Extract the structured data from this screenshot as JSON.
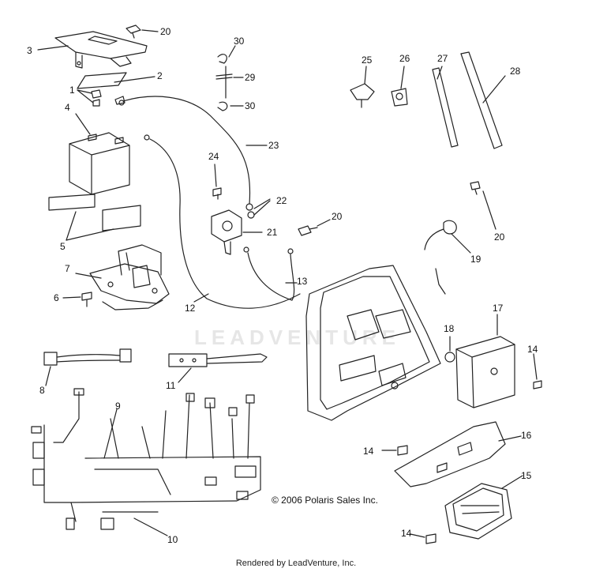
{
  "callouts": [
    {
      "id": "c20a",
      "text": "20"
    },
    {
      "id": "c3",
      "text": "3"
    },
    {
      "id": "c2",
      "text": "2"
    },
    {
      "id": "c1",
      "text": "1"
    },
    {
      "id": "c4",
      "text": "4"
    },
    {
      "id": "c5",
      "text": "5"
    },
    {
      "id": "c7",
      "text": "7"
    },
    {
      "id": "c6",
      "text": "6"
    },
    {
      "id": "c8",
      "text": "8"
    },
    {
      "id": "c9",
      "text": "9"
    },
    {
      "id": "c10",
      "text": "10"
    },
    {
      "id": "c11",
      "text": "11"
    },
    {
      "id": "c12",
      "text": "12"
    },
    {
      "id": "c13",
      "text": "13"
    },
    {
      "id": "c21",
      "text": "21"
    },
    {
      "id": "c22",
      "text": "22"
    },
    {
      "id": "c23",
      "text": "23"
    },
    {
      "id": "c24",
      "text": "24"
    },
    {
      "id": "c30a",
      "text": "30"
    },
    {
      "id": "c29",
      "text": "29"
    },
    {
      "id": "c30b",
      "text": "30"
    },
    {
      "id": "c20b",
      "text": "20"
    },
    {
      "id": "c25",
      "text": "25"
    },
    {
      "id": "c26",
      "text": "26"
    },
    {
      "id": "c27",
      "text": "27"
    },
    {
      "id": "c28",
      "text": "28"
    },
    {
      "id": "c20c",
      "text": "20"
    },
    {
      "id": "c19",
      "text": "19"
    },
    {
      "id": "c18",
      "text": "18"
    },
    {
      "id": "c17",
      "text": "17"
    },
    {
      "id": "c14a",
      "text": "14"
    },
    {
      "id": "c14b",
      "text": "14"
    },
    {
      "id": "c16",
      "text": "16"
    },
    {
      "id": "c15",
      "text": "15"
    },
    {
      "id": "c14c",
      "text": "14"
    }
  ],
  "copyright": "© 2006 Polaris Sales Inc.",
  "footer": "Rendered by LeadVenture, Inc.",
  "watermark": "LEADVENTURE"
}
